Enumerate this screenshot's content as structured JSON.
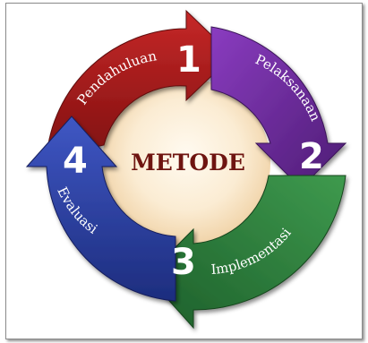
{
  "diagram": {
    "center_label": "METODE",
    "steps": [
      {
        "number": "1",
        "label": "Pendahuluan",
        "color": "#9e1b1b"
      },
      {
        "number": "2",
        "label": "Pelaksanaan",
        "color": "#6b2a98"
      },
      {
        "number": "3",
        "label": "Implementasi",
        "color": "#2a7a3a"
      },
      {
        "number": "4",
        "label": "Evaluasi",
        "color": "#2b3f9a"
      }
    ]
  }
}
